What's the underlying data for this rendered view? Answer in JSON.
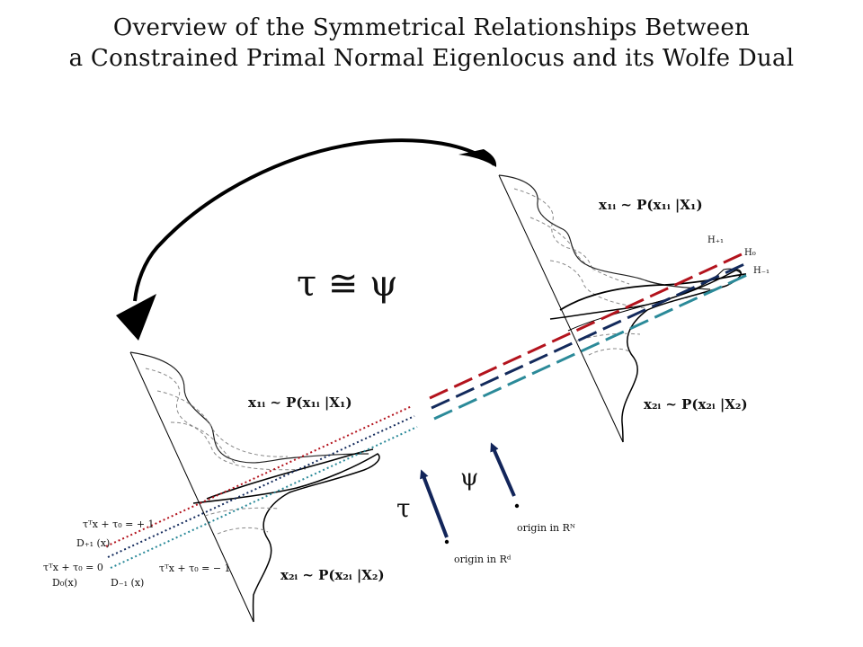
{
  "title": {
    "line1": "Overview of the Symmetrical Relationships Between",
    "line2": "a Constrained Primal Normal Eigenlocus and its Wolfe Dual"
  },
  "relation": "τ ≅ ψ",
  "right_panel": {
    "dist_top": "x₁ᵢ ~ P(x₁ᵢ |X₁)",
    "dist_bottom": "x₂ᵢ ~ P(x₂ᵢ |X₂)",
    "h_plus": "H₊₁",
    "h_zero": "H₀",
    "h_minus": "H₋₁"
  },
  "left_panel": {
    "dist_top": "x₁ᵢ ~ P(x₁ᵢ |X₁)",
    "dist_bottom": "x₂ᵢ ~ P(x₂ᵢ |X₂)",
    "eq_plus": "τᵀx + τ₀ = + 1",
    "d_plus": "D₊₁ (x)",
    "eq_zero": "τᵀx + τ₀ = 0",
    "d_zero": "D₀(x)",
    "d_minus": "D₋₁ (x)",
    "eq_minus": "τᵀx + τ₀ = − 1"
  },
  "vectors": {
    "tau": "τ",
    "psi": "ψ",
    "origin_tau": "origin in Rᵈ",
    "origin_psi": "origin in Rᴺ"
  },
  "colors": {
    "red": "#b3131d",
    "navy": "#132a5c",
    "teal": "#2b8a99",
    "arrow": "#000000",
    "vector": "#12255a"
  }
}
